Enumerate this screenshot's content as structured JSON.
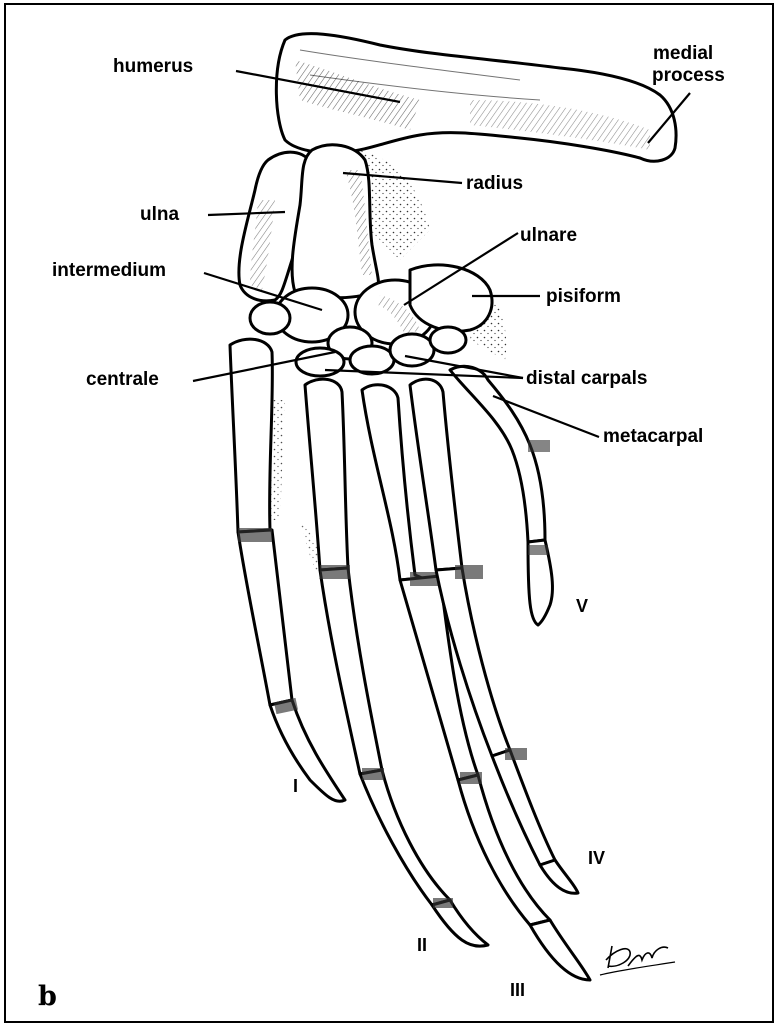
{
  "labels": {
    "humerus": "humerus",
    "medial_process": [
      "medial",
      "process"
    ],
    "radius": "radius",
    "ulna": "ulna",
    "ulnare": "ulnare",
    "intermedium": "intermedium",
    "pisiform": "pisiform",
    "centrale": "centrale",
    "distal_carpals": "distal carpals",
    "metacarpal": "metacarpal"
  },
  "digits": [
    "I",
    "II",
    "III",
    "IV",
    "V"
  ],
  "panel_letter": "b",
  "signature": "DM"
}
